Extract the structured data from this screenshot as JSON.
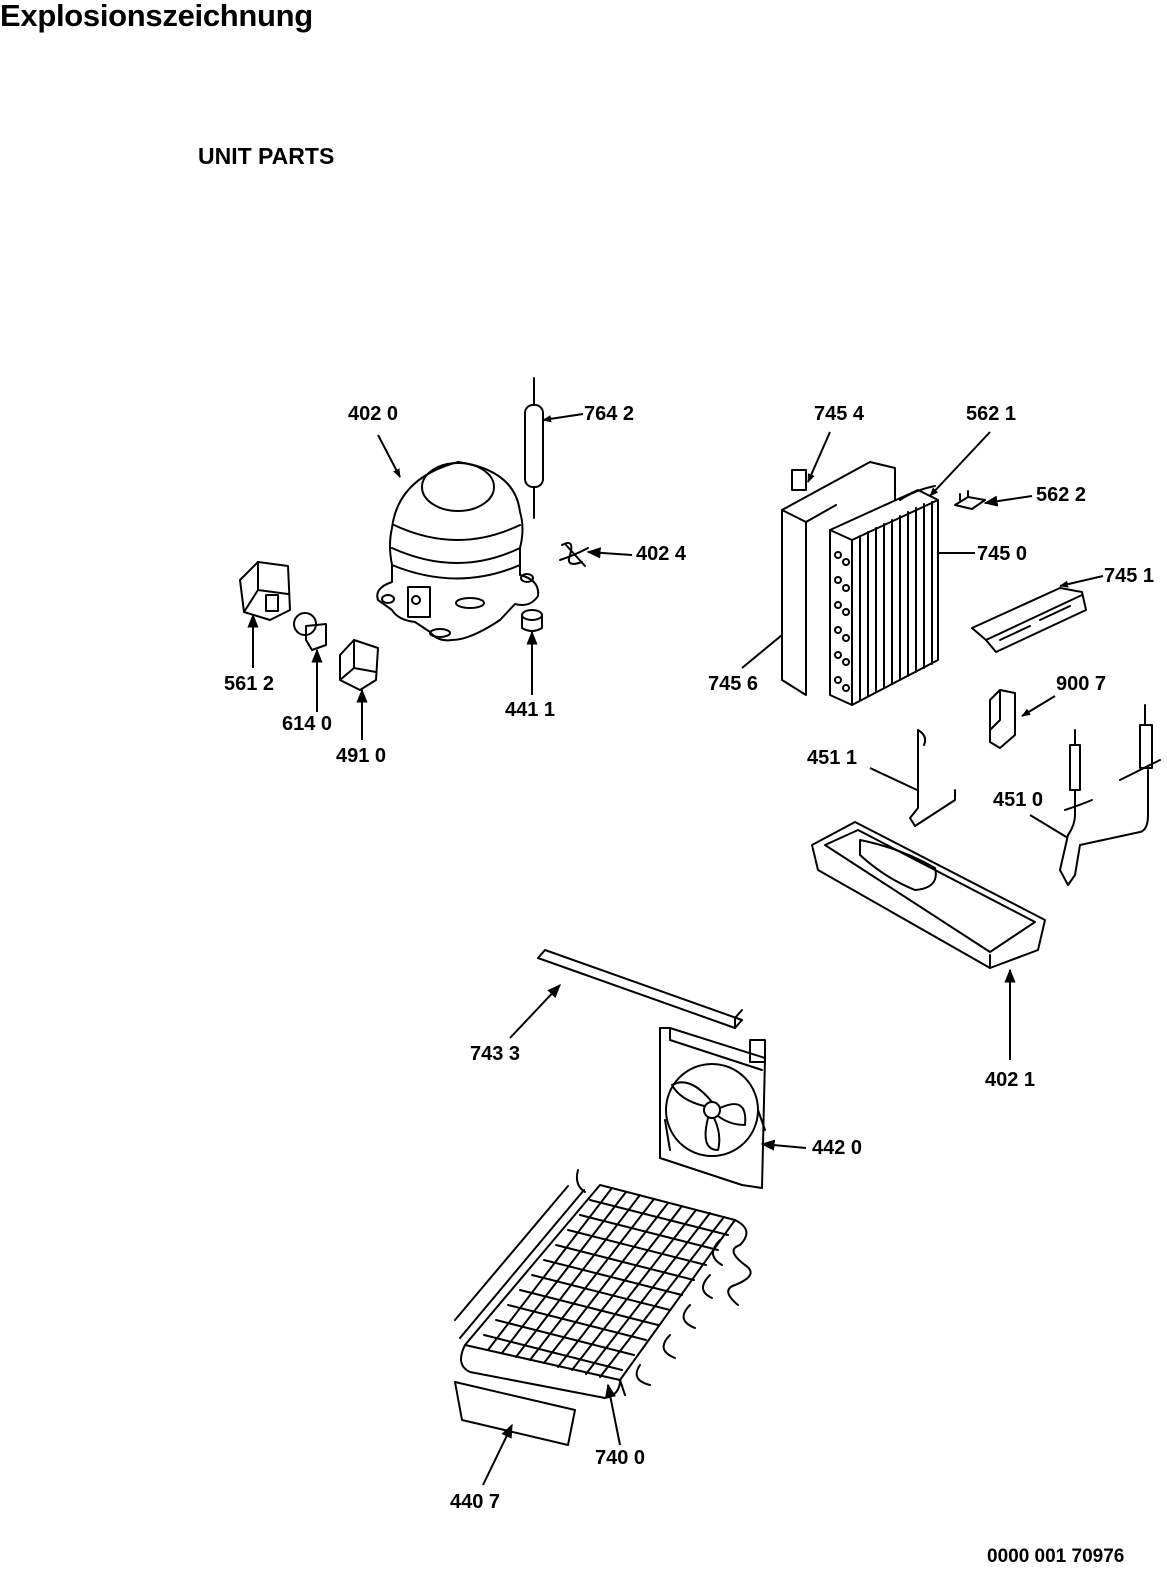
{
  "title": "Explosionszeichnung",
  "section_title": "UNIT PARTS",
  "document_number": "0000 001 70976",
  "parts": [
    {
      "key": "compressor",
      "label": "402 0"
    },
    {
      "key": "dryer",
      "label": "764 2"
    },
    {
      "key": "clip",
      "label": "402 4"
    },
    {
      "key": "relay",
      "label": "561 2"
    },
    {
      "key": "protector",
      "label": "614 0"
    },
    {
      "key": "cover",
      "label": "491 0"
    },
    {
      "key": "grommet",
      "label": "441 1"
    },
    {
      "key": "holder-clip",
      "label": "745 4"
    },
    {
      "key": "capillary",
      "label": "562 1"
    },
    {
      "key": "thermostat-clip",
      "label": "562 2"
    },
    {
      "key": "evaporator",
      "label": "745 0"
    },
    {
      "key": "evap-cover",
      "label": "745 1"
    },
    {
      "key": "evap-housing",
      "label": "745 6"
    },
    {
      "key": "bracket",
      "label": "900 7"
    },
    {
      "key": "tray-holder",
      "label": "451 1"
    },
    {
      "key": "drain-pipe",
      "label": "451 0"
    },
    {
      "key": "drip-tray",
      "label": "402 1"
    },
    {
      "key": "seal-strip",
      "label": "743 3"
    },
    {
      "key": "fan",
      "label": "442 0"
    },
    {
      "key": "condenser",
      "label": "740 0"
    },
    {
      "key": "plate",
      "label": "440 7"
    }
  ]
}
